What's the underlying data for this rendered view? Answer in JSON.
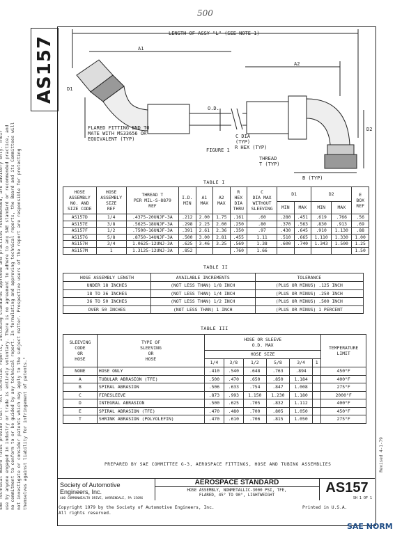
{
  "handwritten_note": "500",
  "document_id": "AS157",
  "side_note": "SAE Technical Board rules provide that: \"All technical reports, including standards approved and practices recommended, are advisory only. Their use by anyone engaged in industry or trade is entirely voluntary. There is no agreement to adhere to any SAE standard or recommended practice, and no commitment to conform to or be guided by any technical report. In formulating and approving technical reports, the Board and its Committees will not investigate or consider patents which may apply to the subject matter. Prospective users of the report are responsible for protecting themselves against liability for infringement of patents.\"",
  "revised_note": "Revised 4-1-79",
  "figure": {
    "title": "FIGURE 1",
    "length_label": "LENGTH OF ASSY \"L\" (SEE NOTE 1)",
    "labels": {
      "a1": "A1",
      "a2": "A2",
      "d1": "D1",
      "d2": "D2",
      "od": "O.D.",
      "c_dia": "C DIA\n(TYP)",
      "r_hex": "R HEX (TYP)",
      "thread": "THREAD\nT (TYP)",
      "b_typ": "B (TYP)",
      "flared": "FLARED FITTING END TO\nMATE WITH MS33656 OR\nEQUIVALENT (TYP)"
    }
  },
  "table1": {
    "title": "TABLE I",
    "headers": [
      "HOSE\nASSEMBLY\nNO. AND\nSIZE CODE",
      "HOSE\nASSEMBLY\nSIZE\nREF",
      "THREAD T\nPER MIL-S-8879\nREF",
      "I.D.\nMIN",
      "A1\nMAX",
      "A2\nMAX",
      "R\nHEX\nDIA\nTHRU",
      "C\nDIA MAX\nWITHOUT\nSLEEVING",
      "D1",
      "D2",
      "E\nBOX\nREF"
    ],
    "subheaders": [
      "MIN",
      "MAX",
      "MIN",
      "MAX"
    ],
    "rows": [
      [
        "AS157D",
        "1/4",
        ".4375-20UNJF-3A",
        ".212",
        "2.00",
        "1.75",
        ".161",
        ".60",
        ".280",
        ".451",
        ".619",
        ".766",
        ".56"
      ],
      [
        "AS157E",
        "3/8",
        ".5625-18UNJF-3A",
        ".298",
        "2.25",
        "2.00",
        ".250",
        ".80",
        ".370",
        ".563",
        ".830",
        ".913",
        ".69"
      ],
      [
        "AS157F",
        "1/2",
        ".7500-16UNJF-3A",
        ".391",
        "2.61",
        "2.36",
        ".350",
        ".97",
        ".430",
        ".645",
        ".910",
        "1.130",
        ".88"
      ],
      [
        "AS157G",
        "5/8",
        ".8750-14UNJF-3A",
        ".500",
        "3.00",
        "2.81",
        ".455",
        "1.11",
        ".510",
        ".665",
        "1.110",
        "1.330",
        "1.00"
      ],
      [
        "AS157H",
        "3/4",
        "1.0625-12UNJ-3A",
        ".625",
        "3.46",
        "3.25",
        ".569",
        "1.38",
        ".600",
        ".740",
        "1.343",
        "1.500",
        "1.25"
      ],
      [
        "AS157M",
        "1",
        "1.3125-12UNJ-3A",
        ".852",
        "",
        "",
        ".760",
        "1.66",
        "",
        "",
        "",
        "",
        "1.50"
      ]
    ]
  },
  "table2": {
    "title": "TABLE II",
    "headers": [
      "HOSE ASSEMBLY LENGTH",
      "AVAILABLE INCREMENTS",
      "TOLERANCE"
    ],
    "rows": [
      [
        "UNDER 18 INCHES",
        "(NOT LESS THAN) 1/8 INCH",
        "(PLUS OR MINUS) .125 INCH"
      ],
      [
        "18 TO 36 INCHES",
        "(NOT LESS THAN) 1/4 INCH",
        "(PLUS OR MINUS) .250 INCH"
      ],
      [
        "36 TO 50 INCHES",
        "(NOT LESS THAN) 1/2 INCH",
        "(PLUS OR MINUS) .500 INCH"
      ],
      [
        "OVER 50 INCHES",
        "(NOT LESS THAN) 1 INCH",
        "(PLUS OR MINUS) 1 PERCENT"
      ]
    ]
  },
  "table3": {
    "title": "TABLE III",
    "headers": {
      "code": "SLEEVING\nCODE\nOR\nHOSE",
      "type": "TYPE OF\nSLEEVING\nOR\nHOSE",
      "od": "HOSE OR SLEEVE\nO.D. MAX",
      "size": "HOSE SIZE",
      "temp": "TEMPERATURE\nLIMIT"
    },
    "sizes": [
      "1/4",
      "3/8",
      "1/2",
      "5/8",
      "3/4",
      "1"
    ],
    "rows": [
      [
        "NONE",
        "HOSE ONLY",
        ".410",
        ".540",
        ".648",
        ".763",
        ".894",
        "",
        "450°F"
      ],
      [
        "A",
        "TUBULAR ABRASION (TFE)",
        ".500",
        ".470",
        ".650",
        ".850",
        "1.184",
        "",
        "400°F"
      ],
      [
        "B",
        "SPIRAL ABRASION",
        ".506",
        ".633",
        ".754",
        ".847",
        "1.008",
        "",
        "275°F"
      ],
      [
        "C",
        "FIRESLEEVE",
        ".873",
        ".993",
        "1.150",
        "1.230",
        "1.180",
        "",
        "2000°F"
      ],
      [
        "D",
        "INTEGRAL ABRASION",
        ".500",
        ".625",
        ".705",
        ".832",
        "1.112",
        "",
        "400°F"
      ],
      [
        "E",
        "SPIRAL ABRASION (TFE)",
        ".470",
        ".480",
        ".700",
        ".805",
        "1.050",
        "",
        "450°F"
      ],
      [
        "T",
        "SHRINK ABRASION (POLYOLEFIN)",
        ".470",
        ".610",
        ".706",
        ".815",
        "1.050",
        "",
        "275°F"
      ]
    ]
  },
  "prepared_by": "PREPARED BY SAE COMMITTEE G-3, AEROSPACE FITTINGS, HOSE AND TUBING ASSEMBLIES",
  "title_block": {
    "org": "Society of Automotive Engineers, Inc.",
    "org_address": "400 COMMONWEALTH DRIVE, WARRENDALE, PA 15096",
    "standard_label": "AEROSPACE STANDARD",
    "description": "HOSE ASSEMBLY, NONMETALLIC-3000 PSI, TFE,\nFLARED, 45° TO 90°, LIGHTWEIGHT",
    "doc_number": "AS157",
    "sheet": "SH 1 OF 1"
  },
  "copyright": "Copyright 1979 by the Society of Automotive Engineers, Inc.\nAll rights reserved.",
  "printed": "Printed in U.S.A.",
  "sae_logo": "SAE NORM"
}
